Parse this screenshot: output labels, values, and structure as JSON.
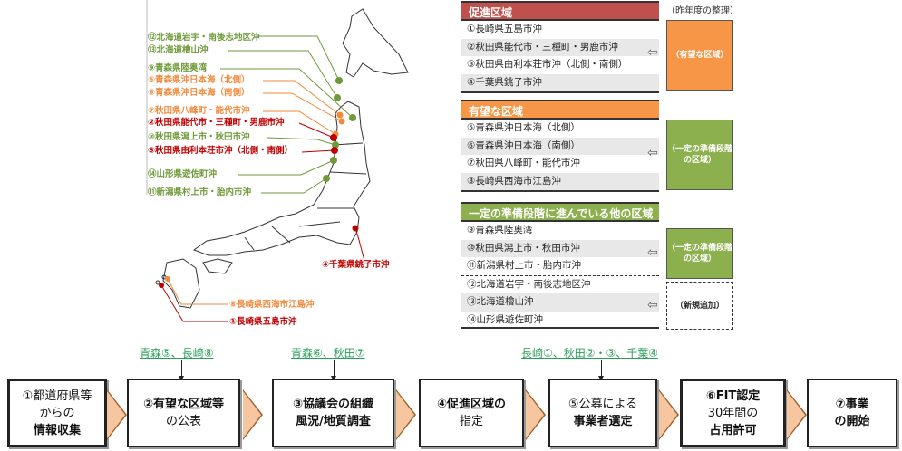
{
  "map_labels": [
    {
      "id": "12",
      "text": "⑫北海道岩宇・南後志地区沖",
      "color": "green"
    },
    {
      "id": "13",
      "text": "⑬北海道檜山沖",
      "color": "green"
    },
    {
      "id": "9",
      "text": "⑨青森県陸奥湾",
      "color": "green"
    },
    {
      "id": "5",
      "text": "⑤青森県沖日本海（北側）",
      "color": "orange"
    },
    {
      "id": "6",
      "text": "⑥青森県沖日本海（南側）",
      "color": "orange"
    },
    {
      "id": "7",
      "text": "⑦秋田県八峰町・能代市沖",
      "color": "orange"
    },
    {
      "id": "2",
      "text": "②秋田県能代市・三種町・男鹿市沖",
      "color": "red"
    },
    {
      "id": "10",
      "text": "⑩秋田県潟上市・秋田市沖",
      "color": "green"
    },
    {
      "id": "3",
      "text": "③秋田県由利本荘市沖（北側・南側）",
      "color": "red"
    },
    {
      "id": "14",
      "text": "⑭山形県遊佐町沖",
      "color": "green"
    },
    {
      "id": "11",
      "text": "⑪新潟県村上市・胎内市沖",
      "color": "green"
    },
    {
      "id": "4",
      "text": "④千葉県銚子市沖",
      "color": "red"
    },
    {
      "id": "8",
      "text": "⑧長崎県西海市江島沖",
      "color": "orange"
    },
    {
      "id": "1",
      "text": "①長崎県五島市沖",
      "color": "red"
    }
  ],
  "colors": {
    "green": "#6f9a3a",
    "orange": "#f08a3c",
    "red": "#c00000",
    "promo_header": "#c0504d",
    "promising_header": "#f79646",
    "prep_header": "#8db04f"
  },
  "panels": {
    "last_year_note": "（昨年度の整理）",
    "promotion": {
      "title": "促進区域",
      "items": [
        "①長崎県五島市沖",
        "②秋田県能代市・三種町・男鹿市沖",
        "③秋田県由利本荘市沖（北側・南側）",
        "④千葉県銚子市沖"
      ],
      "side": "（有望な区域）"
    },
    "promising": {
      "title": "有望な区域",
      "items": [
        "⑤青森県沖日本海（北側）",
        "⑥青森県沖日本海（南側）",
        "⑦秋田県八峰町・能代市沖",
        "⑧長崎県西海市江島沖"
      ],
      "side": "（一定の準備段階の区域）"
    },
    "prepared": {
      "title": "一定の準備段階に進んでいる他の区域",
      "items": [
        "⑨青森県陸奥湾",
        "⑩秋田県潟上市・秋田市沖",
        "⑪新潟県村上市・胎内市沖"
      ],
      "side": "（一定の準備段階の区域）"
    },
    "new": {
      "items": [
        "⑫北海道岩宇・南後志地区沖",
        "⑬北海道檜山沖",
        "⑭山形県遊佐町沖"
      ],
      "side": "（新規追加）"
    }
  },
  "flow": {
    "notes": [
      "青森⑤、長崎⑧",
      "青森⑥、秋田⑦",
      "長崎①、秋田②・③、千葉④"
    ],
    "steps": [
      {
        "l1": "①都道府県等",
        "l2": "からの",
        "l3": "情報収集"
      },
      {
        "l1": "②有望な区域等",
        "l2": "の公表"
      },
      {
        "l1": "③協議会の組織",
        "l2": "風況/地質調査"
      },
      {
        "l1": "④促進区域の",
        "l2": "指定"
      },
      {
        "l1": "⑤公募による",
        "l2": "事業者選定"
      },
      {
        "l1": "⑥FIT認定",
        "l2": "30年間の",
        "l3": "占用許可"
      },
      {
        "l1": "⑦事業",
        "l2": "の開始"
      }
    ]
  }
}
